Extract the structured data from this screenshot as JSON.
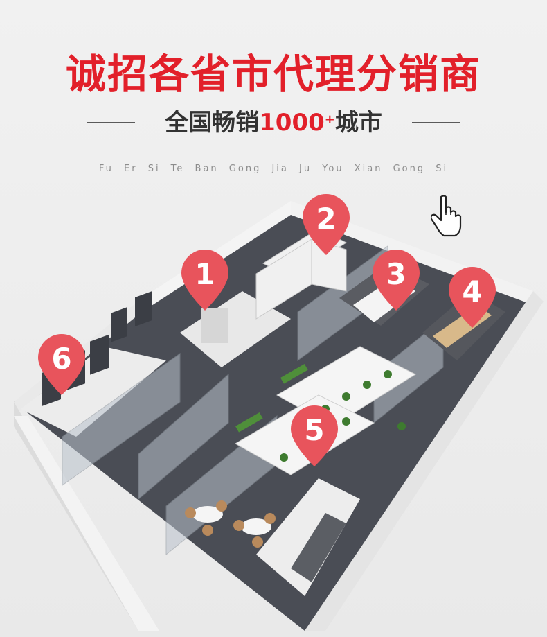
{
  "headline": {
    "text": "诚招各省市代理分销商"
  },
  "subline": {
    "prefix": "全国畅销",
    "number": "1000",
    "sup": "+",
    "suffix": "城市"
  },
  "pinyin": {
    "text": "Fu Er Si Te Ban Gong Jia Ju You Xian Gong Si"
  },
  "floorplan": {
    "pins": [
      {
        "label": "1"
      },
      {
        "label": "2"
      },
      {
        "label": "3"
      },
      {
        "label": "4"
      },
      {
        "label": "5"
      },
      {
        "label": "6"
      }
    ]
  },
  "colors": {
    "accent": "#e2202a",
    "pin": "#e8545c",
    "text": "#333333",
    "background": "#ececec"
  },
  "icons": {
    "cursor": "pointing-hand-icon",
    "pin": "map-pin-icon"
  }
}
